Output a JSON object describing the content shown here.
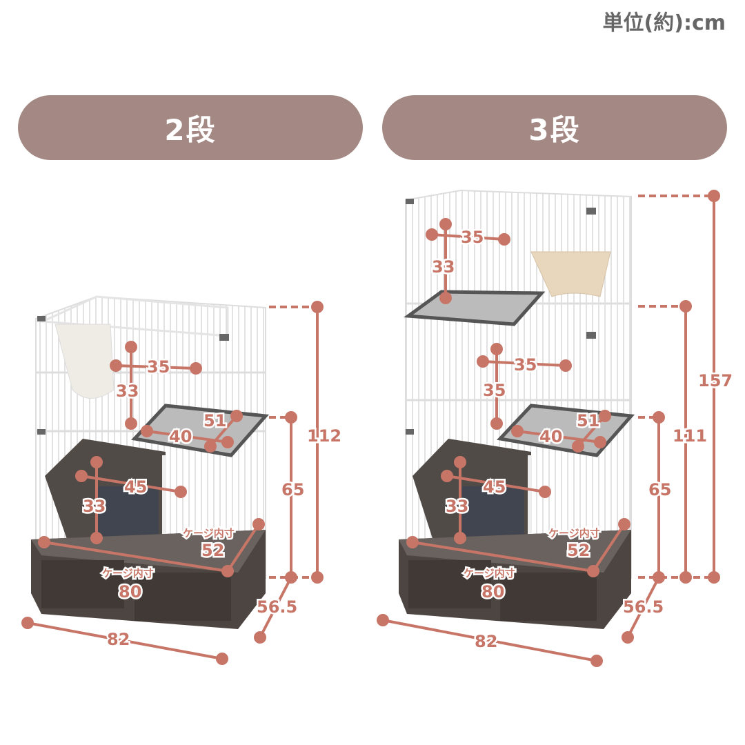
{
  "unit_label": "単位(約):cm",
  "colors": {
    "accent": "#c77567",
    "pill": "#a38883",
    "base": "#4d4541",
    "wire": "#e8e8e8"
  },
  "models": [
    {
      "label": "2段",
      "dims": {
        "door_width": "35",
        "door_height": "33",
        "shelf_width": "40",
        "shelf_depth": "51",
        "litter_width": "45",
        "litter_height": "33",
        "inner_depth_label": "ケージ内寸",
        "inner_depth": "52",
        "inner_width_label": "ケージ内寸",
        "inner_width": "80",
        "total_height": "112",
        "base_to_shelf": "65",
        "depth": "56.5",
        "width": "82"
      }
    },
    {
      "label": "3段",
      "dims": {
        "top_door_width": "35",
        "top_door_height": "33",
        "door_width": "35",
        "door_height": "35",
        "shelf_width": "40",
        "shelf_depth": "51",
        "litter_width": "45",
        "litter_height": "33",
        "inner_depth_label": "ケージ内寸",
        "inner_depth": "52",
        "inner_width_label": "ケージ内寸",
        "inner_width": "80",
        "total_height": "157",
        "mid_height": "111",
        "base_to_shelf": "65",
        "depth": "56.5",
        "width": "82"
      }
    }
  ]
}
